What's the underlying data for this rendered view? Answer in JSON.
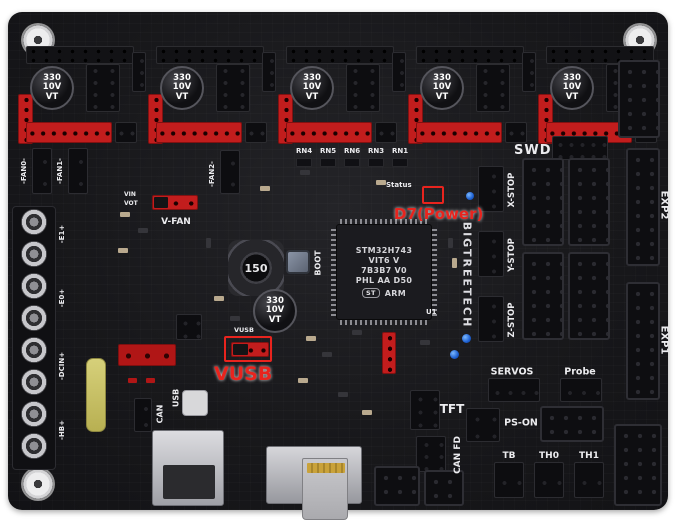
{
  "colors": {
    "pcb": "#17171a",
    "socket_red": "#c21d1d",
    "annotation_red": "#e8241e"
  },
  "caps": {
    "l1": "330",
    "l2": "10V",
    "l3": "VT"
  },
  "inductor": {
    "value": "150"
  },
  "mcu": {
    "line1": "STM32H743",
    "line2": "VIT6  V",
    "line3": "7B3B7 V0",
    "line4": "PHL AA D50",
    "st": "ST",
    "arm": "ARM",
    "ref": "U1"
  },
  "brand": {
    "name": "BIGTREETECH"
  },
  "annotations": {
    "d7": "D7(Power)",
    "vusb": "VUSB"
  },
  "silk": {
    "swd": "SWD",
    "status": "Status",
    "rn": [
      "RN4",
      "RN5",
      "RN6",
      "RN3",
      "RN1"
    ],
    "v_fan": "V-FAN",
    "vin": "VIN",
    "vot": "VOT",
    "boot": "BOOT",
    "vusb": "VUSB",
    "usb": "USB",
    "can": "CAN",
    "tft": "TFT",
    "can_fd": "CAN FD",
    "servos": "SERVOS",
    "probe": "Probe",
    "ps_on": "PS-ON",
    "tb": "TB",
    "th0": "TH0",
    "th1": "TH1",
    "exp1": "EXP1",
    "exp2": "EXP2",
    "x_stop": "X-STOP",
    "y_stop": "Y-STOP",
    "z_stop": "Z-STOP",
    "fan0": "-FAN0-",
    "fan1": "-FAN1-",
    "fan2": "-FAN2-",
    "e1": "-E1+",
    "e0": "-E0+",
    "dcin": "-DCIN+",
    "hb": "-HB+"
  }
}
